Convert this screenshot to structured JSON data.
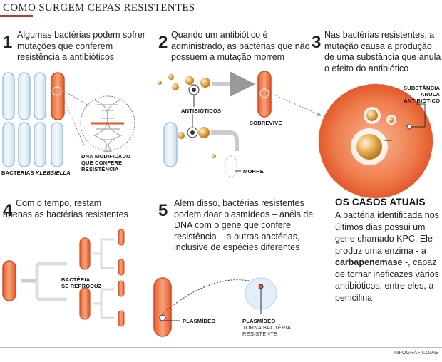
{
  "title": "COMO SURGEM CEPAS RESISTENTES",
  "steps": [
    {
      "number": "1",
      "text": "Algumas bactérias podem sofrer mutações que conferem resistência a antibióticos"
    },
    {
      "number": "2",
      "text": "Quando um antibiótico é administrado, as bactérias que não possuem a mutação morrem"
    },
    {
      "number": "3",
      "text": "Nas bactérias resistentes, a mutação causa a produção de uma substância que anula o efeito do antibiótico"
    },
    {
      "number": "4",
      "text": "Com o tempo, restam apenas as bactérias resistentes"
    },
    {
      "number": "5",
      "text": "Além disso, bactérias resistentes podem doar plasmídeos – anéis de DNA com o gene que confere resistência – a outras bactérias, inclusive de espécies diferentes"
    }
  ],
  "labels": {
    "bacteria_prefix": "BACTÉRIAS ",
    "bacteria_species": "KLEBSIELLA",
    "dna_modified": [
      "DNA MODIFICADO",
      "QUE CONFERE",
      "RESISTÊNCIA"
    ],
    "antibioticos": "ANTIBIÓTICOS",
    "sobrevive": "SOBREVIVE",
    "morre": "MORRE",
    "substancia": [
      "SUBSTÂNCIA",
      "ANULA",
      "ANTIBIÓTICO"
    ],
    "bacteria_reproduz": [
      "BACTÉRIA",
      "SE REPRODUZ"
    ],
    "plasmideo": "PLASMÍDEO",
    "plasmideo2": "PLASMÍDEO",
    "torna": [
      "TORNA BACTÉRIA",
      "RESISTENTE"
    ]
  },
  "box": {
    "title": "OS CASOS ATUAIS",
    "text_before": "A bactéria identificada nos últimos dias possui um gene chamado KPC. Ele produz uma enzima - a ",
    "bold": "carbapenemase",
    "text_after": " -, capaz de tornar ineficazes vários antibióticos, entre eles, a penicilina"
  },
  "credit": "INFOGRÁFICO/AE",
  "colors": {
    "accent": "#c0392b",
    "resistant": "#e8683a",
    "normal": "#bcd7ec",
    "antibiotic": "#e0a44a"
  }
}
